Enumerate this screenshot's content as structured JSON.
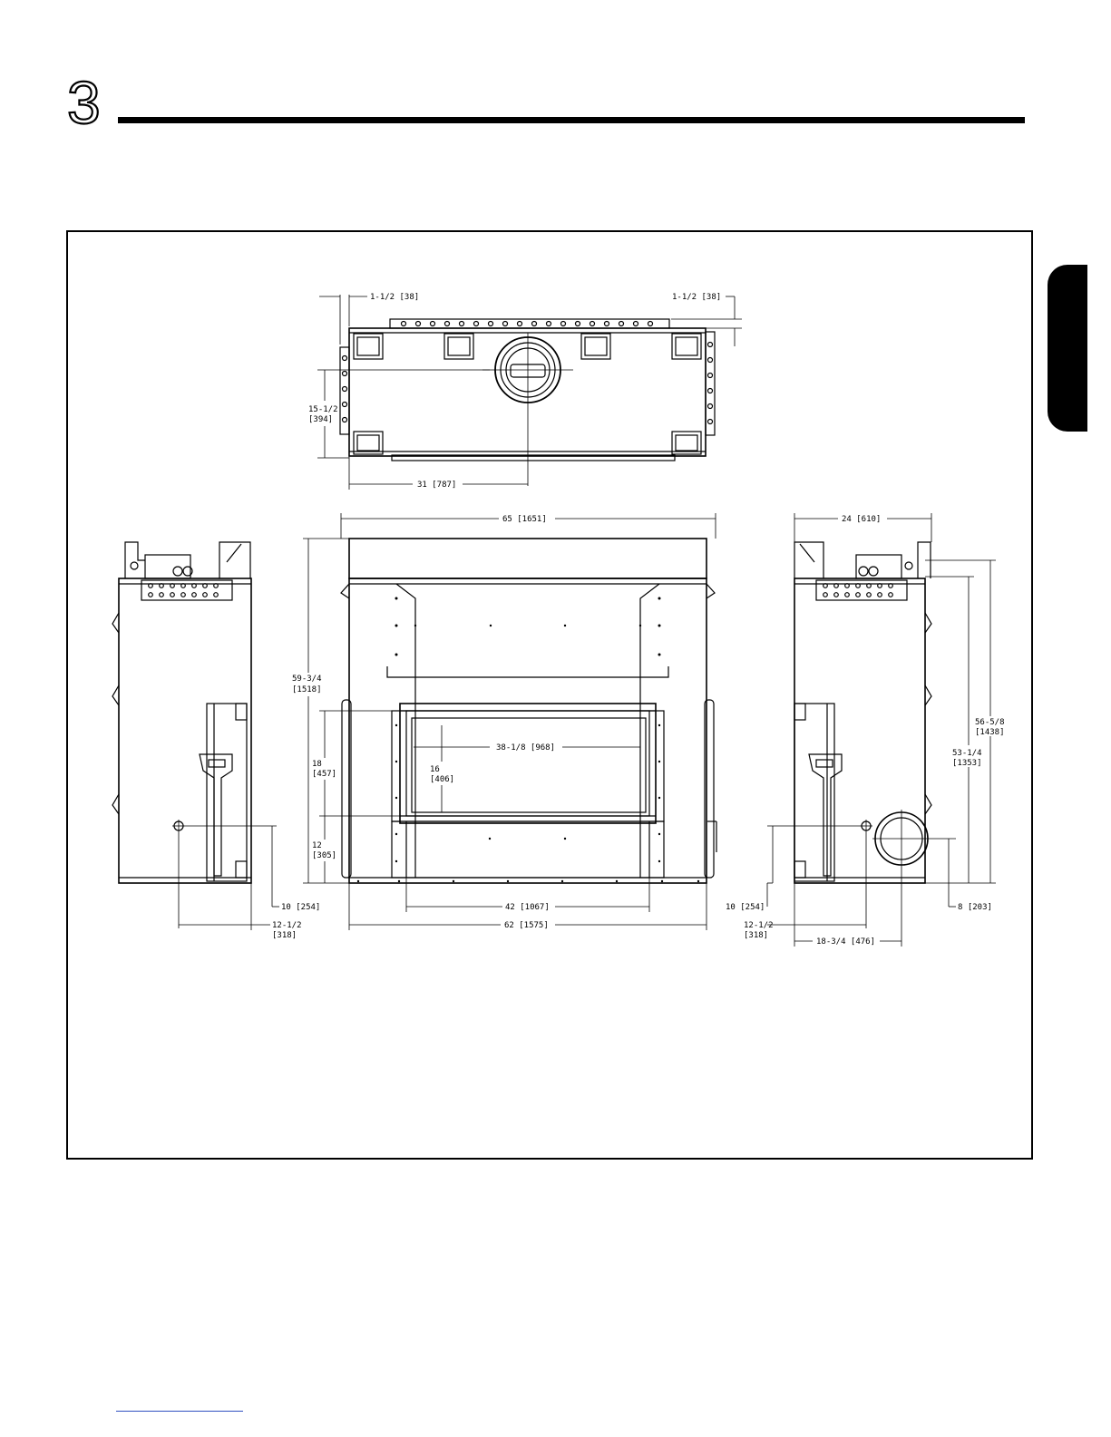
{
  "section": {
    "number": "3"
  },
  "dimensions": {
    "top_left_offset": "1-1/2 [38]",
    "top_right_offset": "1-1/2 [38]",
    "top_depth_a": "15-1/2",
    "top_depth_b": "[394]",
    "top_flue_center": "31 [787]",
    "front_width_top": "65 [1651]",
    "front_height_a": "59-3/4",
    "front_height_b": "[1518]",
    "opening_width": "38-1/8 [968]",
    "opening_height_a": "16",
    "opening_height_b": "[406]",
    "opening_outer_a": "18",
    "opening_outer_b": "[457]",
    "opening_base_a": "12",
    "opening_base_b": "[305]",
    "front_inner_width": "42 [1067]",
    "front_width_bottom": "62 [1575]",
    "left_gas_height": "10 [254]",
    "left_gas_depth_a": "12-1/2",
    "left_gas_depth_b": "[318]",
    "right_depth": "24 [610]",
    "right_gas_height": "10 [254]",
    "right_gas_depth_a": "12-1/2",
    "right_gas_depth_b": "[318]",
    "right_vent_depth": "18-3/4 [476]",
    "right_vent_height": "8 [203]",
    "right_height_a_1": "56-5/8",
    "right_height_a_2": "[1438]",
    "right_height_b_1": "53-1/4",
    "right_height_b_2": "[1353]"
  }
}
